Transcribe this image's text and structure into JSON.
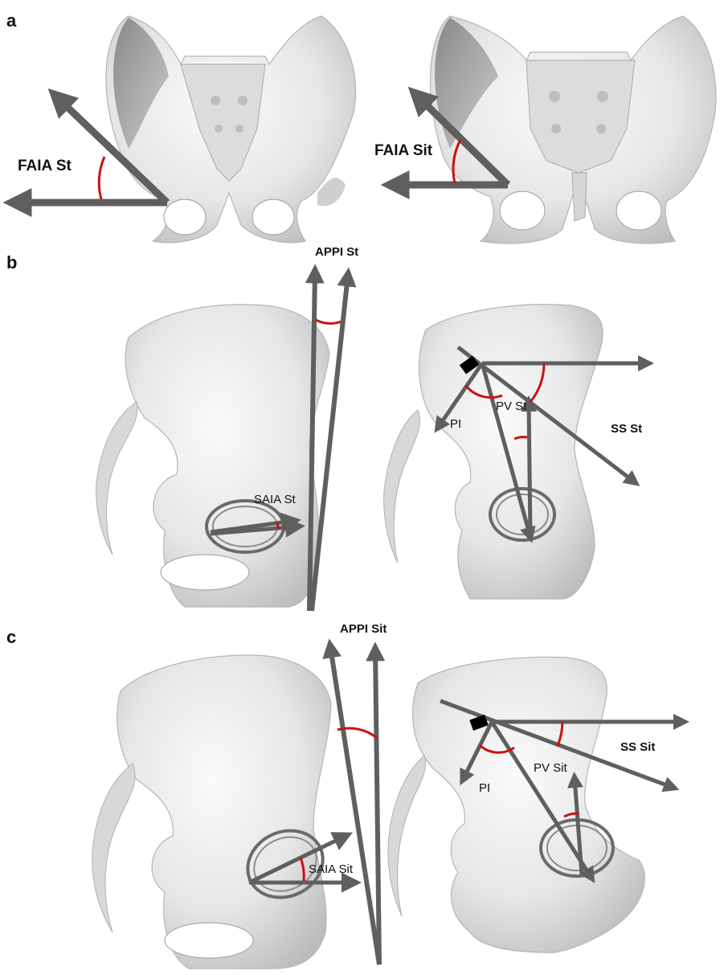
{
  "figure": {
    "panels": [
      {
        "letter": "a",
        "labels": {
          "left": "FAIA  St",
          "right": "FAIA Sit"
        }
      },
      {
        "letter": "b",
        "labels": {
          "top": "APPI St",
          "acetabulum": "SAIA St",
          "pv": "PV St",
          "pi": "PI",
          "ss": "SS St"
        }
      },
      {
        "letter": "c",
        "labels": {
          "top": "APPI Sit",
          "acetabulum": "SAIA Sit",
          "pv": "PV Sit",
          "pi": "PI",
          "ss": "SS Sit"
        }
      }
    ],
    "colors": {
      "arrow": "#5f5f5f",
      "angle_arc": "#cc1111",
      "bone": "#e9e9e9",
      "bone_shadow": "#9a9a9a",
      "outline": "#b5b5b5"
    }
  }
}
